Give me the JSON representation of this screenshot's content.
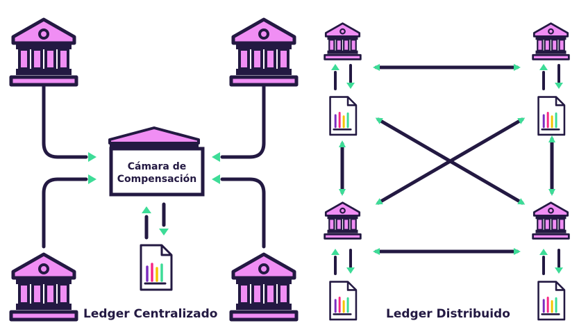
{
  "left": {
    "caption": "Ledger Centralizado",
    "hub_label": [
      "Cámara de",
      "Compensación"
    ]
  },
  "right": {
    "caption": "Ledger Distribuido"
  },
  "colors": {
    "ink": "#231942",
    "bank_fill": "#f08ef4",
    "arrow_accent": "#3ddc97",
    "hub_roof": "#f08ef4",
    "chart_bars": [
      "#7b2cbf",
      "#f72585",
      "#f5c400",
      "#3ddc97"
    ]
  },
  "icons": [
    "bank-icon",
    "ledger-document-icon",
    "clearing-house-icon"
  ]
}
